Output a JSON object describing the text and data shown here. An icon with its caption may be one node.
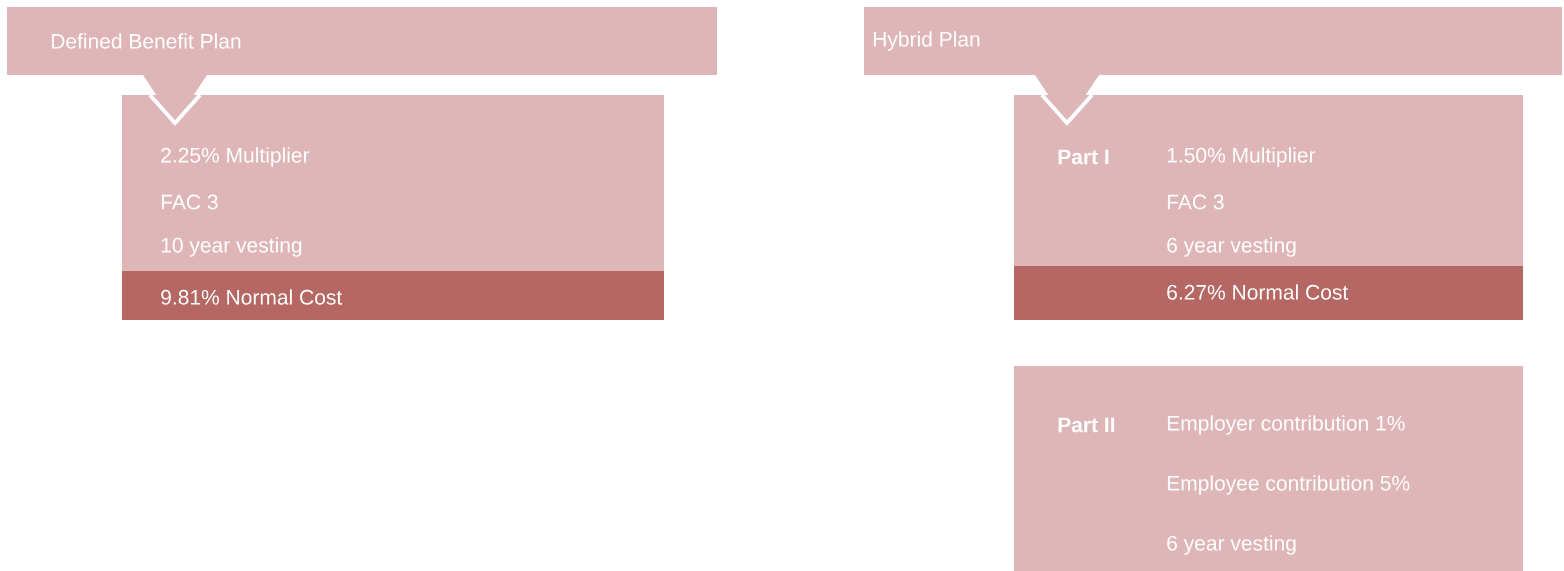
{
  "diagram": {
    "nodes": [
      {
        "text": [
          "Defined Benefit Plan"
        ]
      },
      {
        "text": [
          "2.25% Multiplier",
          "FAC 3",
          "10 year vesting"
        ]
      },
      {
        "text": [
          "9.81% Normal Cost"
        ],
        "in": 1
      },
      {
        "text": [
          "Hybrid Plan"
        ]
      },
      {
        "text": [
          "Part I",
          "1.50% Multiplier",
          "FAC 3",
          "6 year vesting"
        ]
      },
      {
        "text": [
          "6.27% Normal Cost"
        ],
        "in": 4
      },
      {
        "text": [
          "Part II",
          "Employer contribution 1%",
          "Employee contribution 5%",
          "6 year vesting"
        ]
      }
    ],
    "edges": [
      {
        "from": 0,
        "to": 1,
        "arrow": "to"
      },
      {
        "from": 3,
        "to": 4,
        "arrow": "to"
      }
    ]
  }
}
